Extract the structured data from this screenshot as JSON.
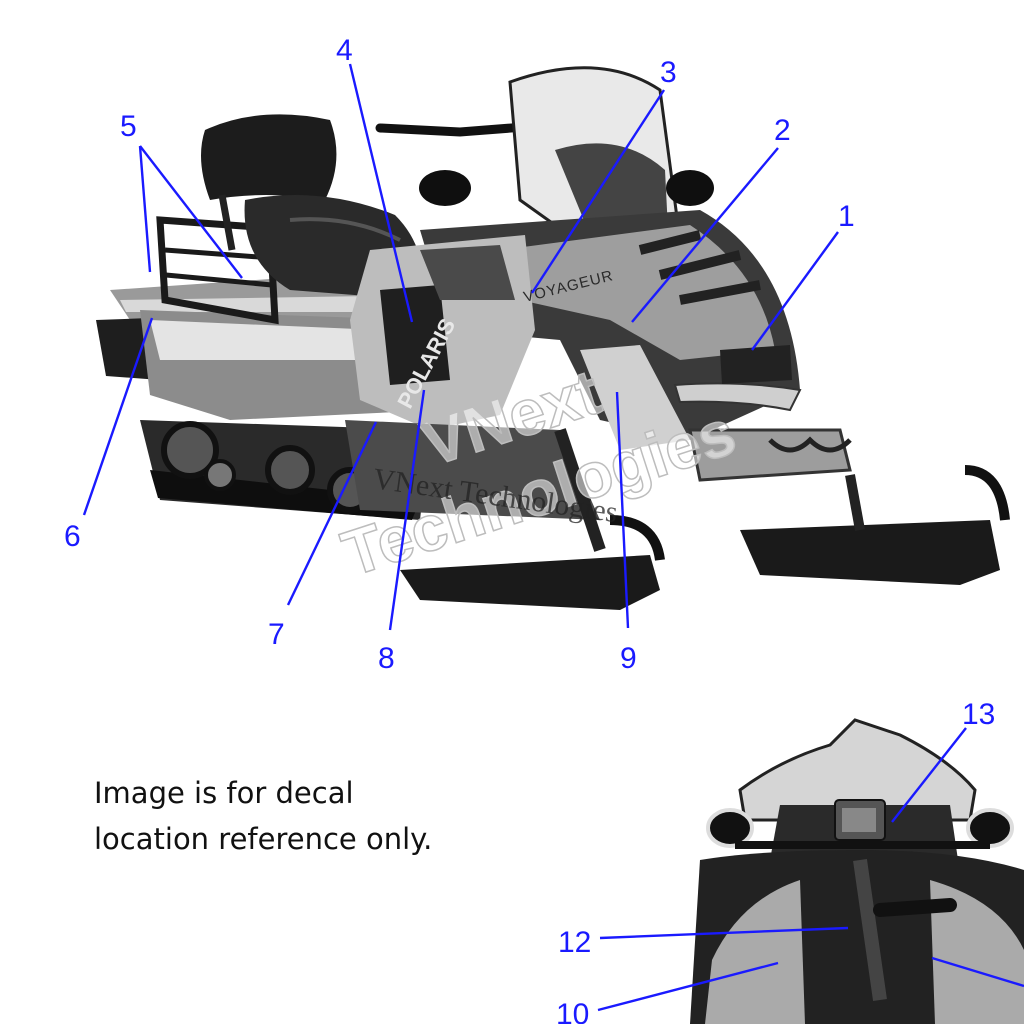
{
  "note_lines": [
    "Image is for decal",
    "location reference only."
  ],
  "watermark": {
    "line1": "VNext",
    "line2": "Technologies",
    "small": "VNext Technologies"
  },
  "brand_decals": {
    "polaris": "POLARIS",
    "voyageur": "VOYAGEUR"
  },
  "callouts": [
    "1",
    "2",
    "3",
    "4",
    "5",
    "6",
    "7",
    "8",
    "9",
    "10",
    "12",
    "13"
  ],
  "colors": {
    "callout": "#1a1aff"
  }
}
